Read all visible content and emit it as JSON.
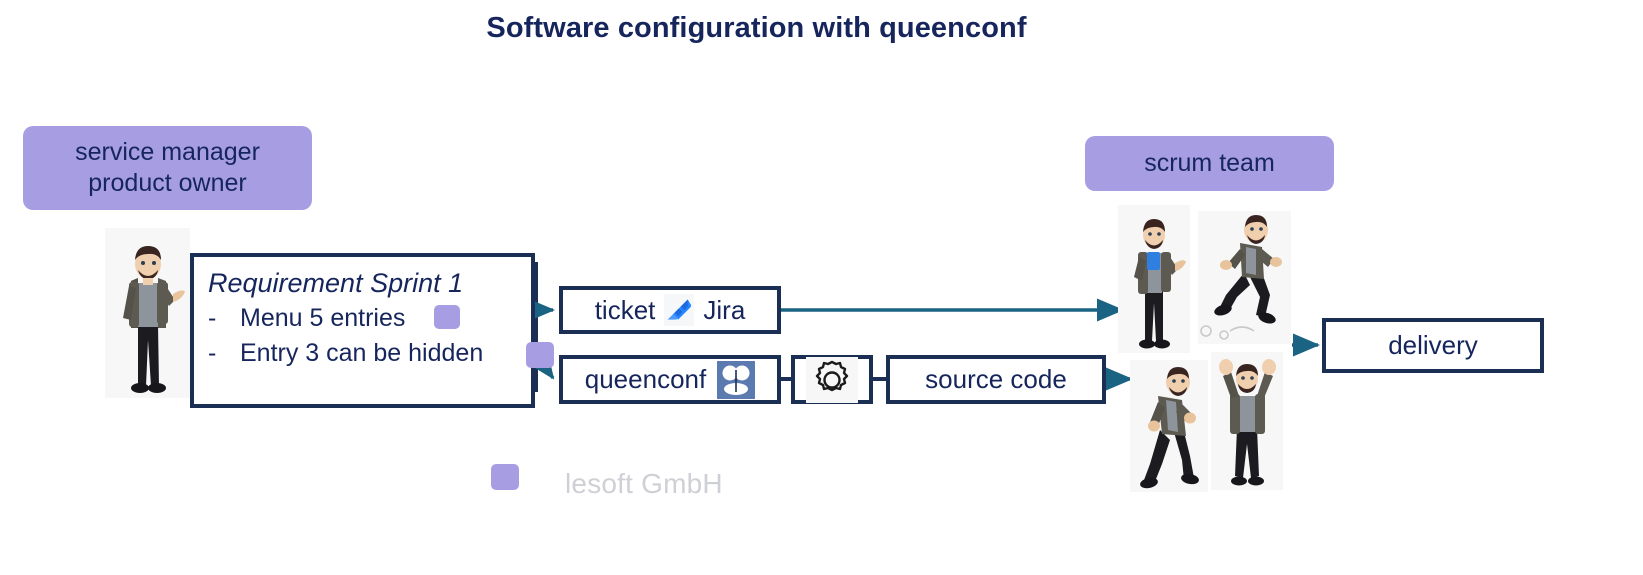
{
  "page": {
    "title": "Software configuration with queenconf",
    "background": "#ffffff"
  },
  "colors": {
    "navy": "#16265c",
    "box_border": "#1b2f55",
    "purple": "#a79de3",
    "arrow_teal": "#1b6382",
    "footer_gray": "#cfcfd6",
    "jira_blue": "#2684ff",
    "queenconf_logo_bg": "#5b7ab0"
  },
  "roles": {
    "product_owner": {
      "line1": "service manager",
      "line2": "product owner"
    },
    "scrum_team": {
      "label": "scrum team"
    }
  },
  "requirement": {
    "heading": "Requirement Sprint 1",
    "bullet_char": "-",
    "items": [
      {
        "text": "Menu 5 entries",
        "marker": "purple-square"
      },
      {
        "text": "Entry 3 can be hidden",
        "marker": "purple-square"
      }
    ]
  },
  "nodes": {
    "ticket": {
      "label": "ticket",
      "tool": "Jira",
      "icon": "jira-icon"
    },
    "queenconf": {
      "label": "queenconf",
      "icon": "queenconf-icon"
    },
    "gear": {
      "icon": "gear-icon"
    },
    "source_code": {
      "label": "source code"
    },
    "delivery": {
      "label": "delivery"
    }
  },
  "people": [
    {
      "name": "product-owner-presenting",
      "pose": "presenting"
    },
    {
      "name": "team-member-phone",
      "pose": "holding-phone"
    },
    {
      "name": "team-member-running",
      "pose": "running"
    },
    {
      "name": "team-member-walking",
      "pose": "walking"
    },
    {
      "name": "team-member-cheering",
      "pose": "arms-raised"
    }
  ],
  "footer": {
    "marker": "purple-square",
    "brand": "lesoft GmbH"
  },
  "connectors": [
    {
      "from": "requirement",
      "to": "ticket",
      "style": "arrow"
    },
    {
      "from": "requirement",
      "to": "queenconf",
      "style": "arrow"
    },
    {
      "from": "ticket",
      "to": "scrum-team",
      "style": "arrow"
    },
    {
      "from": "queenconf",
      "to": "gear",
      "style": "line"
    },
    {
      "from": "gear",
      "to": "source-code",
      "style": "line"
    },
    {
      "from": "source-code",
      "to": "scrum-team",
      "style": "arrow"
    },
    {
      "from": "scrum-team",
      "to": "delivery",
      "style": "arrow"
    }
  ]
}
